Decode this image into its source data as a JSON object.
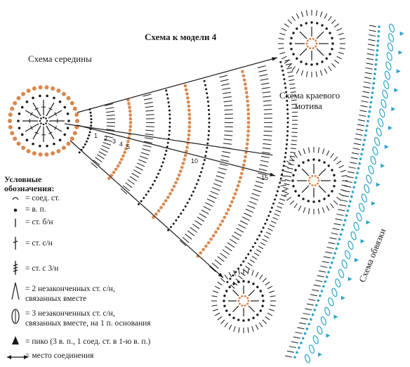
{
  "title": "Схема к модели 4",
  "labels": {
    "center": "Схема середины",
    "edge_motif_line1": "Схема краевого",
    "edge_motif_line2": "мотива",
    "binding": "Схема обвязки"
  },
  "legend": {
    "heading_line1": "Условные",
    "heading_line2": "обозначения:",
    "items": [
      {
        "text": "= соед. ст."
      },
      {
        "text": "= в. п."
      },
      {
        "text": "= ст. б/н"
      },
      {
        "text": "= ст. с/н"
      },
      {
        "text": "= ст. с 3/н"
      },
      {
        "text": "= 2 незаконченных ст. с/н,",
        "text2": "связанных вместе"
      },
      {
        "text": "= 3 незаконченных ст. с/н,",
        "text2": "связанных вместе, на 1 п. основания"
      },
      {
        "text": "= пико (3 в. п., 1 соед. ст. в 1-ю в. п.)"
      },
      {
        "text": "= место соединения"
      }
    ]
  },
  "row_numbers": [
    "1",
    "2",
    "3",
    "4",
    "5",
    "10",
    "15"
  ],
  "colors": {
    "ink": "#1a1a1a",
    "orange": "#d9884e",
    "blue": "#2aa3c9"
  }
}
